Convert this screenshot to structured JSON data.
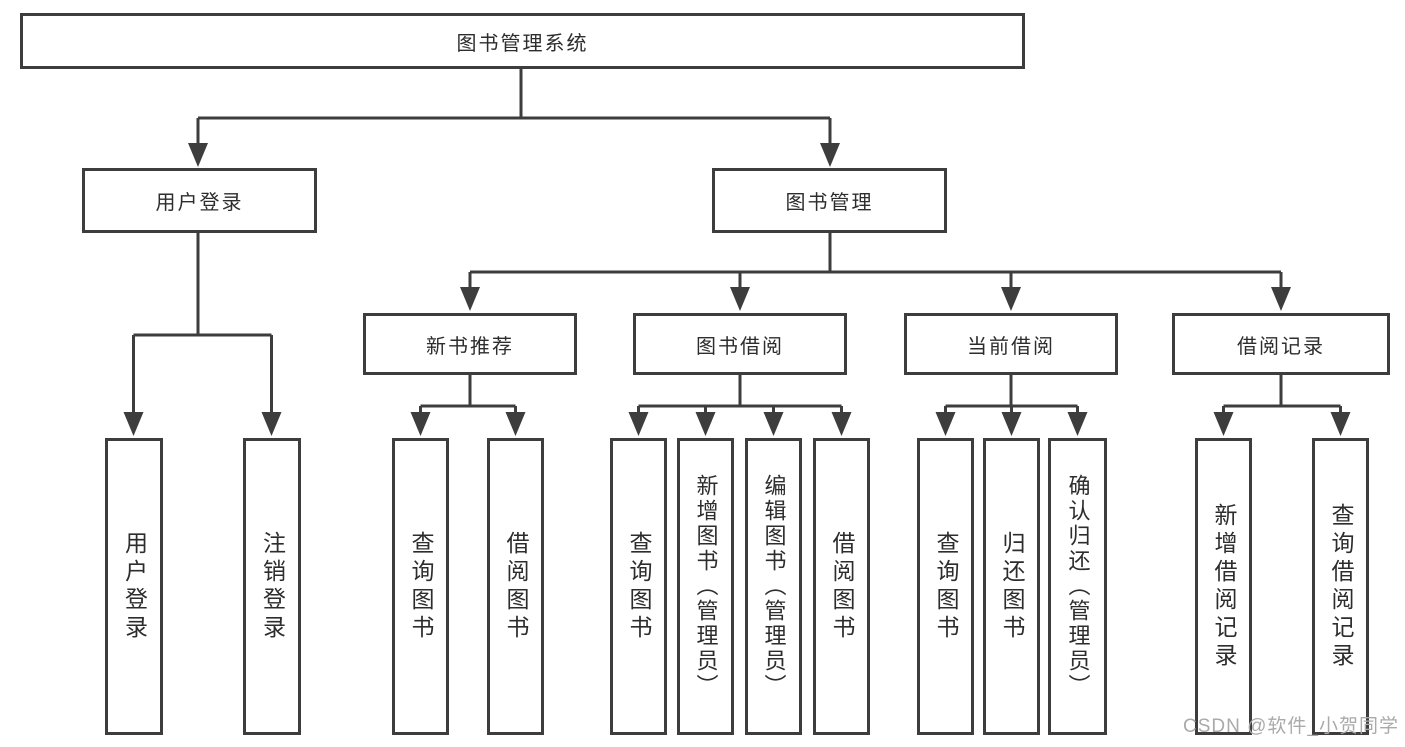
{
  "diagram": {
    "root": {
      "label": "图书管理系统"
    },
    "branches": {
      "user_login": {
        "label": "用户登录",
        "children": {
          "login": {
            "label": "用户登录"
          },
          "logout": {
            "label": "注销登录"
          }
        }
      },
      "book_management": {
        "label": "图书管理",
        "children": {
          "new_book_recommend": {
            "label": "新书推荐",
            "children": {
              "query_books": {
                "label": "查询图书"
              },
              "borrow_books": {
                "label": "借阅图书"
              }
            }
          },
          "book_borrowing": {
            "label": "图书借阅",
            "children": {
              "query_books": {
                "label": "查询图书"
              },
              "add_book_admin": {
                "label": "新增图书（管理员）"
              },
              "edit_book_admin": {
                "label": "编辑图书（管理员）"
              },
              "borrow_books": {
                "label": "借阅图书"
              }
            }
          },
          "current_borrowing": {
            "label": "当前借阅",
            "children": {
              "query_books": {
                "label": "查询图书"
              },
              "return_books": {
                "label": "归还图书"
              },
              "confirm_return_admin": {
                "label": "确认归还（管理员）"
              }
            }
          },
          "borrowing_records": {
            "label": "借阅记录",
            "children": {
              "add_borrow_record": {
                "label": "新增借阅记录"
              },
              "query_borrow_record": {
                "label": "查询借阅记录"
              }
            }
          }
        }
      }
    },
    "watermark": "CSDN @软件_小贺同学",
    "colors": {
      "line": "#3d3d3d",
      "text": "#2d2d2d",
      "box_background": "#ffffff",
      "page_background": "#ffffff",
      "watermark": "#aaaaaa"
    }
  }
}
